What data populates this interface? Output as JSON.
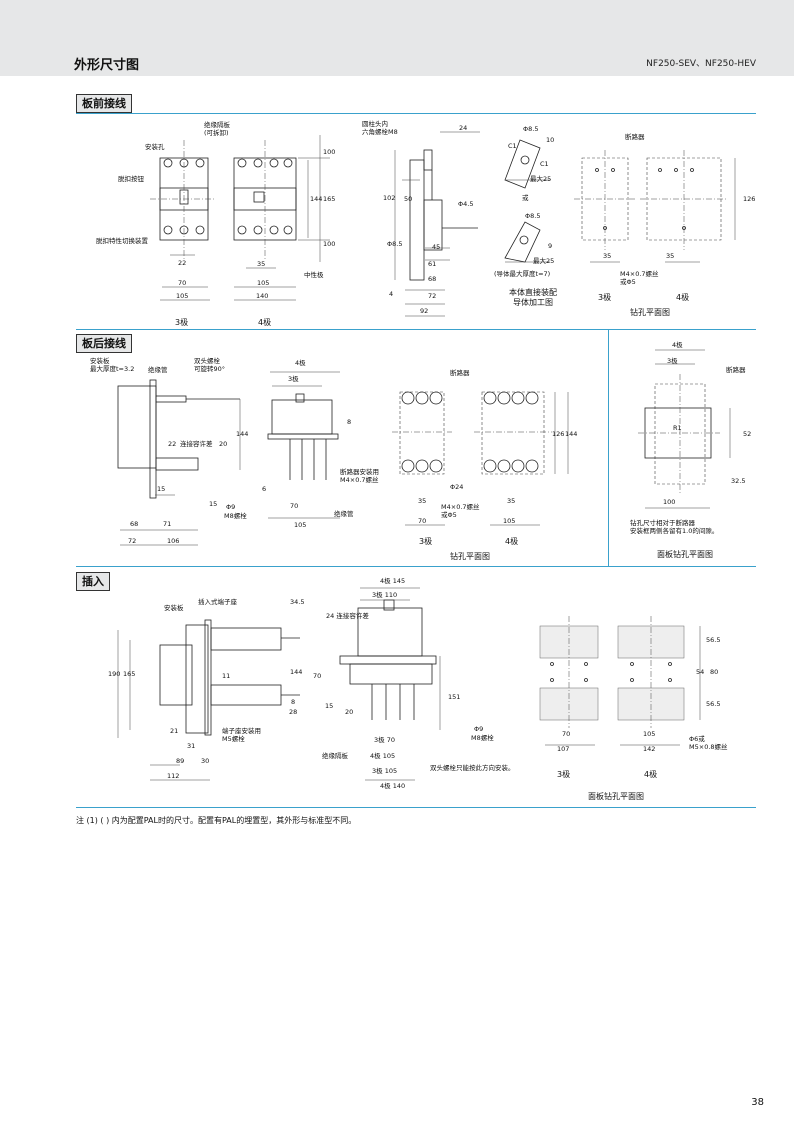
{
  "header": {
    "title": "外形尺寸图",
    "model": "NF250-SEV、NF250-HEV"
  },
  "sections": {
    "front": "板前接线",
    "rear": "板后接线",
    "plugin": "插入"
  },
  "front": {
    "l_mount_hole": "安装孔",
    "l_insul_barrier": "绝缘隔板\n(可拆卸)",
    "l_trip_button": "脱扣按钮",
    "l_trip_switch": "脱扣特性切换装置",
    "l_neutral": "中性极",
    "l_bolt": "圆柱头内\n六角螺栓M8",
    "d_22": "22",
    "d_70": "70",
    "d_105a": "105",
    "d_35": "35",
    "d_105b": "105",
    "d_140": "140",
    "d_100a": "100",
    "d_144": "144",
    "d_165": "165",
    "d_100b": "100",
    "d_24": "24",
    "d_102": "102",
    "d_50": "50",
    "d_phi85a": "Φ8.5",
    "d_phi45": "Φ4.5",
    "d_45": "45",
    "d_61": "61",
    "d_68": "68",
    "d_4": "4",
    "d_72": "72",
    "d_92": "92",
    "d_phi85b": "Φ8.5",
    "d_c1": "C1",
    "d_c1b": "C1",
    "d_10": "10",
    "d_max25a": "最大25",
    "d_or": "或",
    "d_phi85c": "Φ8.5",
    "d_9": "9",
    "d_max25b": "最大25",
    "d_thk": "(导体最大厚度t=7)",
    "cap_body": "本体直接装配\n导体加工图",
    "l_breaker": "断路器",
    "d_126": "126",
    "d_35c": "35",
    "d_35d": "35",
    "d_m4": "M4×0.7螺丝\n或Φ5",
    "p3": "3极",
    "p4": "4极",
    "p3b": "3极",
    "p4b": "4极",
    "cap_drill": "钻孔平面图"
  },
  "rear": {
    "l_plate": "安装板\n最大厚度t=3.2",
    "l_insul_tube": "绝缘管",
    "l_stud": "双头螺栓\n可旋转90°",
    "d_144": "144",
    "d_22": "22",
    "d_tol": "连接容许差",
    "d_20": "20",
    "d_15a": "15",
    "d_15b": "15",
    "d_phi9": "Φ9",
    "d_m8": "M8螺栓",
    "d_68": "68",
    "d_71": "71",
    "d_72": "72",
    "d_106": "106",
    "d_4p": "4极",
    "d_3p": "3极",
    "d_8": "8",
    "d_6": "6",
    "d_70": "70",
    "d_105": "105",
    "l_mount_screw": "断路器安装用\nM4×0.7螺丝",
    "l_insul_tube2": "绝缘管",
    "l_breaker": "断路器",
    "d_126": "126",
    "d_144b": "144",
    "d_phi24": "Φ24",
    "d_35a": "35",
    "d_35b": "35",
    "d_70b": "70",
    "d_105b": "105",
    "d_m4": "M4×0.7螺丝\n或Φ5",
    "p3": "3极",
    "p4": "4极",
    "cap_drill": "钻孔平面图",
    "pn_4p": "4极",
    "pn_3p": "3极",
    "pn_breaker": "断路器",
    "pn_r1": "R1",
    "pn_52": "52",
    "pn_325": "32.5",
    "pn_100": "100",
    "pn_note": "钻孔尺寸相对于断路器\n安装框两侧各留有1.0的间隙。",
    "cap_panel": "面板钻孔平面图"
  },
  "plugin": {
    "l_plate": "安装板",
    "l_socket": "插入式端子座",
    "d_345": "34.5",
    "d_190": "190",
    "d_165": "165",
    "d_144": "144",
    "d_11": "11",
    "d_8": "8",
    "d_28": "28",
    "d_21": "21",
    "d_31": "31",
    "l_socket_bolt": "端子座安装用\nM5螺栓",
    "d_89": "89",
    "d_30": "30",
    "d_112": "112",
    "d_4p145": "4极 145",
    "d_3p110": "3极 110",
    "d_tol": "24 连接容许差",
    "d_70": "70",
    "d_15": "15",
    "d_20": "20",
    "d_151": "151",
    "d_3p70": "3极 70",
    "d_4p105": "4极 105",
    "d_3p105": "3极 105",
    "d_4p140": "4极 140",
    "l_barrier": "绝缘隔板",
    "d_phi9": "Φ9",
    "d_m8": "M8螺栓",
    "l_stud_note": "双头螺栓只能按此方向安装。",
    "d_565a": "56.5",
    "d_54": "54",
    "d_80": "80",
    "d_565b": "56.5",
    "d_70b": "70",
    "d_107": "107",
    "d_105b": "105",
    "d_142": "142",
    "d_phi6": "Φ6或\nM5×0.8螺丝",
    "p3": "3极",
    "p4": "4极",
    "cap_panel": "面板钻孔平面图"
  },
  "note": "注 (1) ( ) 内为配置PAL时的尺寸。配置有PAL的埋置型，其外形与标准型不同。",
  "page_number": "38"
}
